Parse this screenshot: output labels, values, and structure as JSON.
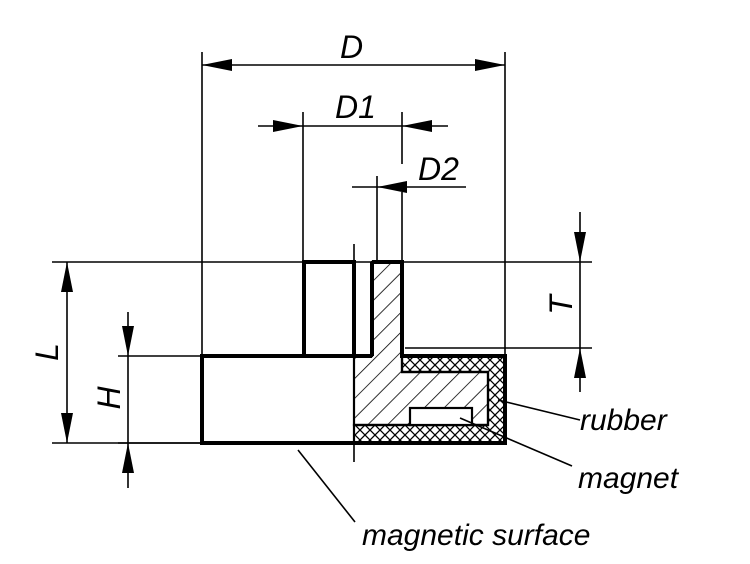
{
  "dimensions": {
    "D": "D",
    "D1": "D1",
    "D2": "D2",
    "T": "T",
    "L": "L",
    "H": "H"
  },
  "callouts": {
    "rubber": "rubber",
    "magnet": "magnet",
    "magnetic_surface": "magnetic surface"
  }
}
